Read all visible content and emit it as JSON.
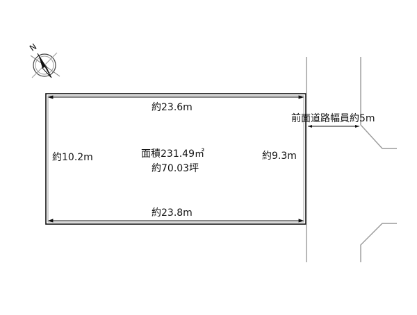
{
  "compass": {
    "label": "N"
  },
  "lot": {
    "top_length": "約23.6m",
    "bottom_length": "約23.8m",
    "left_length": "約10.2m",
    "right_length": "約9.3m",
    "area_sqm": "面積231.49㎡",
    "area_tsubo": "約70.03坪"
  },
  "road": {
    "width_label": "前面道路幅員約5m"
  },
  "colors": {
    "line": "#111111",
    "gray": "#9a9a9a",
    "background": "#ffffff"
  }
}
